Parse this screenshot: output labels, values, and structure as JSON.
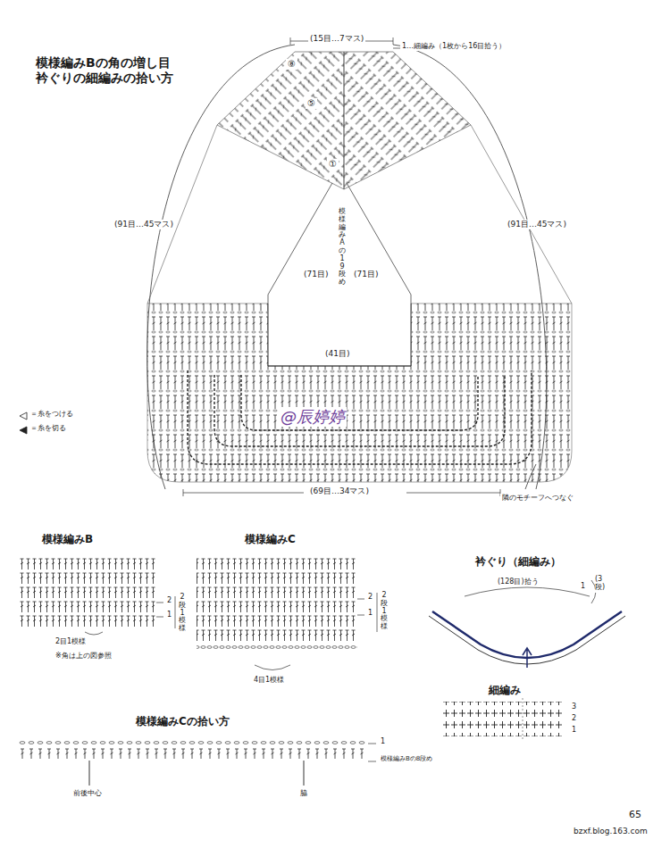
{
  "diagram": {
    "title": "模様編みBの角の増し目 衿ぐりの細編みの拾い方",
    "labels": [
      "(15目…7マス)",
      "1…細編み（1枚から16目拾う）",
      "⑧",
      "⑤",
      "①",
      "模様編みAの19段め",
      "(91目…45マス)",
      "(91目…45マス)",
      "(71目)",
      "(71目)",
      "(41目)",
      "@辰婷婷",
      "(69目…34マス)",
      "隣のモチーフへつなぐ",
      "模様編みB",
      "2",
      "1",
      "2段1模様",
      "2目1模様",
      "※角は上の図参照",
      "模様編みC",
      "2",
      "1",
      "2段1模様",
      "4目1模様",
      "衿ぐり（細編み）",
      "(128目)拾う",
      "1",
      "(3段)",
      "細編み",
      "3",
      "2",
      "1",
      "模様編みCの拾い方",
      "1",
      "模様編みBの8段め",
      "前後中心",
      "脇",
      "65",
      "bzxf.blog.163.com"
    ],
    "legend": [
      {
        "text": "＝糸をつける"
      },
      {
        "text": "＝糸を切る"
      }
    ]
  }
}
